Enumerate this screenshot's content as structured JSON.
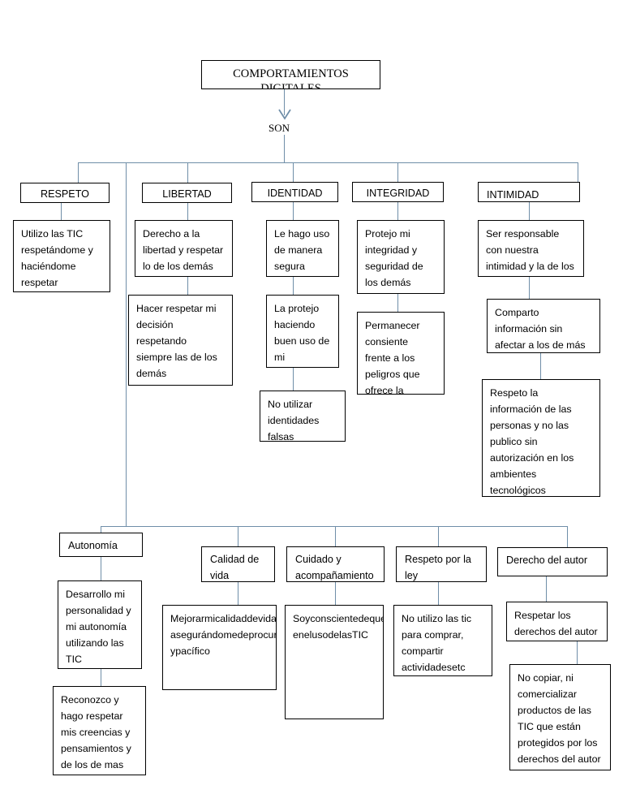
{
  "diagram": {
    "type": "concept-map",
    "title_node": {
      "label": "COMPORTAMIENTOS DIGITALES"
    },
    "connector_label": {
      "label": "SON"
    },
    "connector_color": "#6f8ea8",
    "box_border_color": "#000000",
    "background": "#ffffff",
    "categories": [
      {
        "id": "respeto",
        "label": "RESPETO"
      },
      {
        "id": "libertad",
        "label": "LIBERTAD"
      },
      {
        "id": "identidad",
        "label": "IDENTIDAD"
      },
      {
        "id": "integridad",
        "label": "INTEGRIDAD"
      },
      {
        "id": "intimidad",
        "label": "INTIMIDAD"
      },
      {
        "id": "autonomia",
        "label": "Autonomía"
      },
      {
        "id": "calidad",
        "label": "Calidad de\nvida"
      },
      {
        "id": "cuidado",
        "label": "Cuidado y\nacompañamiento"
      },
      {
        "id": "ley",
        "label": "Respeto por la\nley"
      },
      {
        "id": "autor",
        "label": "Derecho del autor"
      }
    ],
    "details": {
      "respeto_1": "Utilizo las TIC respetándome y haciéndome respetar",
      "libertad_1": "Derecho a la libertad y respetar lo de los demás",
      "libertad_2": "Hacer respetar mi decisión respetando siempre las  de los demás",
      "identidad_1": "Le hago uso de manera segura",
      "identidad_2": "La protejo haciendo buen uso de mi información.",
      "identidad_3": "No utilizar identidades falsas",
      "integridad_1": "Protejo mi integridad y seguridad de los demás",
      "integridad_2": "Permanecer consiente frente a los peligros que ofrece la internet",
      "intimidad_1": "Ser responsable con nuestra intimidad y la de los",
      "intimidad_2": "Comparto información sin afectar a los de más",
      "intimidad_3": "Respeto la información de las personas  y no las publico sin autorización en los ambientes tecnológicos",
      "autonomia_1": "Desarrollo  mi personalidad y mi autonomía utilizando las TIC",
      "autonomia_2": "Reconozco y hago respetar mis creencias y pensamientos y de los de mas",
      "calidad_1": "Mejorarmicalidaddevida, asegurándomedeprocurarunambientesano ypacífico",
      "cuidado_1": "Soyconscientedequelosmenoresdeedadrequierenespecialcuidadoyacompañamiento enelusodelasTIC",
      "ley_1": "No utilizo las tic para comprar, compartir actividadesetc",
      "autor_1": "Respetar los derechos del autor",
      "autor_2": "No copiar, ni comercializar productos  de las TIC  que están protegidos por los derechos del autor"
    }
  }
}
